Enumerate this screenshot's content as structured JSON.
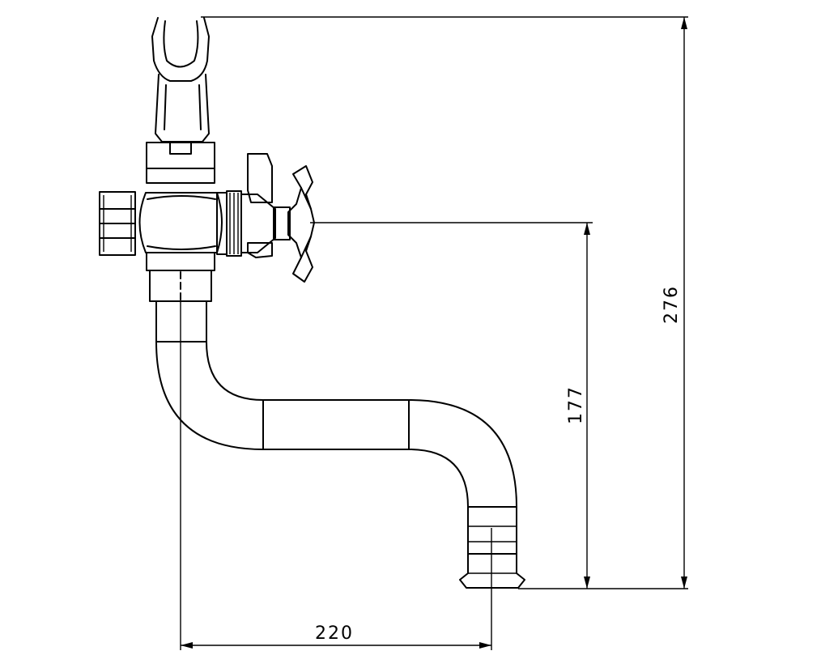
{
  "dimensions": {
    "total_height": "276",
    "spout_height": "177",
    "spout_reach": "220"
  }
}
